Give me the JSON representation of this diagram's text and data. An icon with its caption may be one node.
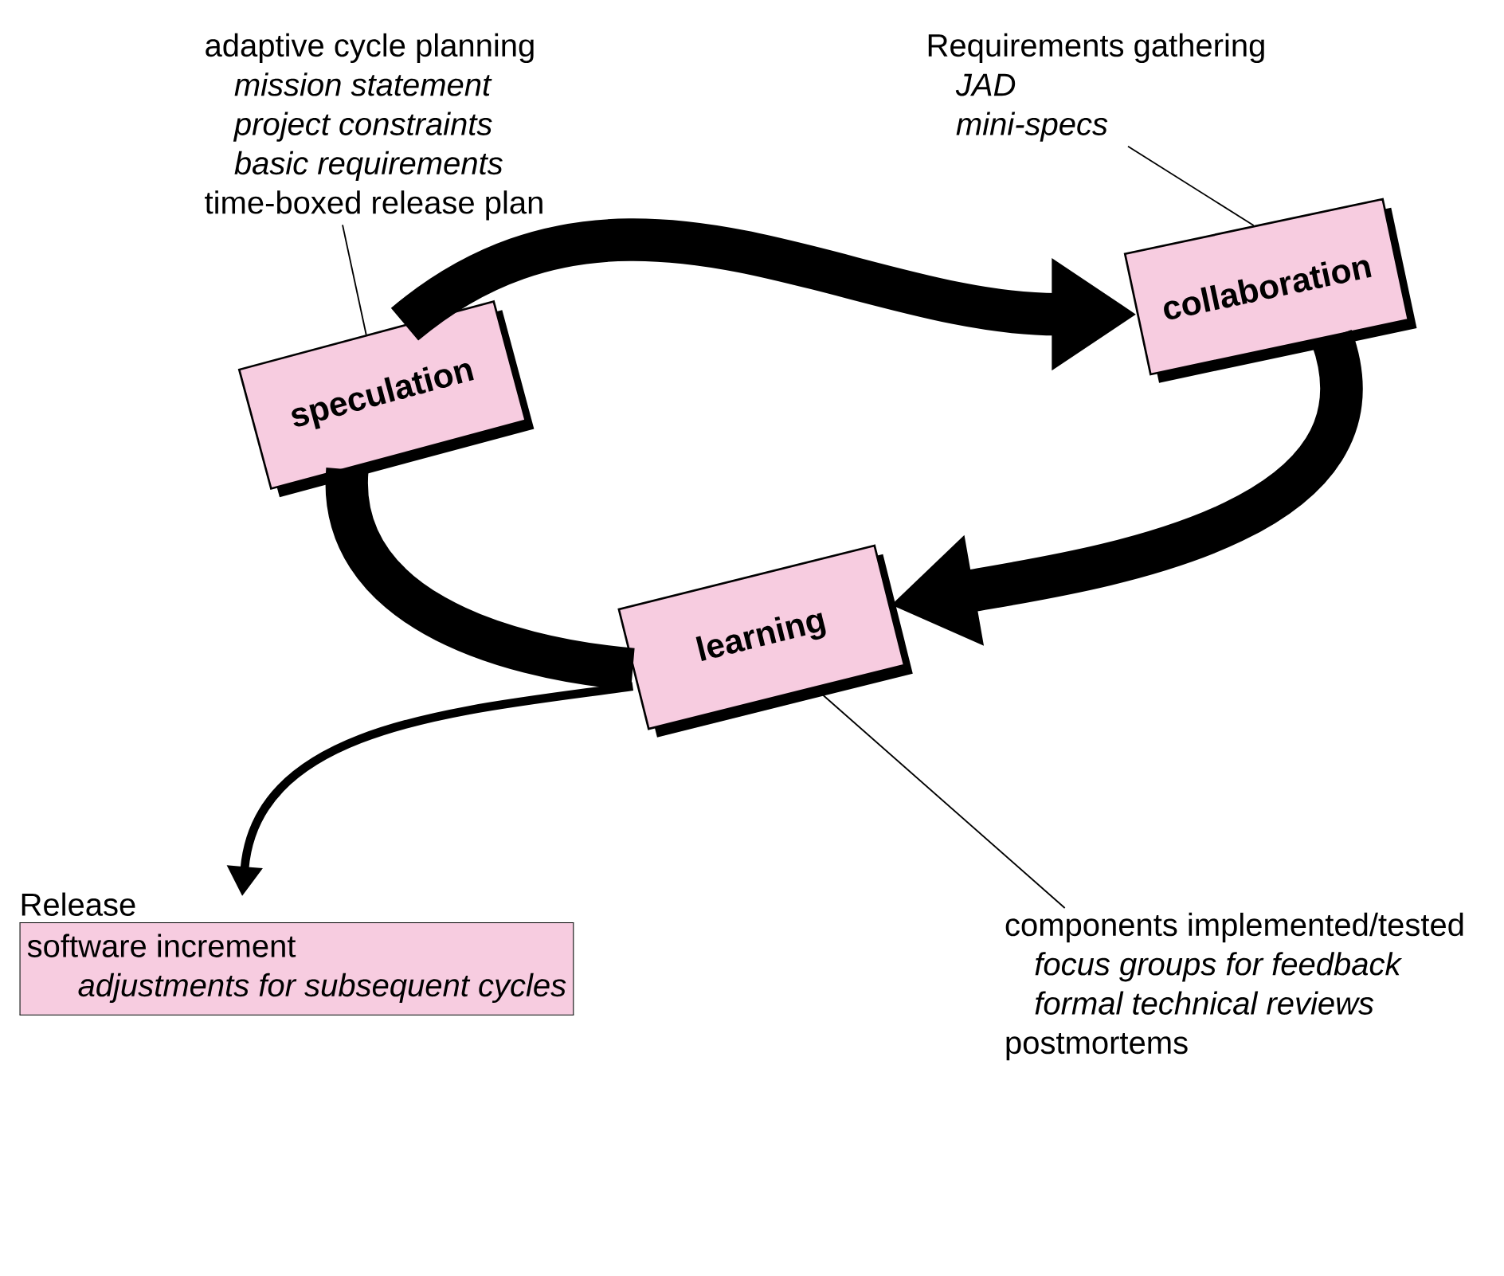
{
  "diagram": {
    "nodes": [
      {
        "text": [
          "speculation"
        ]
      },
      {
        "text": [
          "collaboration"
        ]
      },
      {
        "text": [
          "learning"
        ]
      },
      {
        "text": [
          "adaptive cycle planning",
          "mission statement",
          "project constraints",
          "basic requirements",
          "time-boxed release plan"
        ]
      },
      {
        "text": [
          "Requirements gathering",
          "JAD",
          "mini-specs"
        ]
      },
      {
        "text": [
          "components implemented/tested",
          "focus groups for feedback",
          "formal technical reviews",
          "postmortems"
        ]
      },
      {
        "text": [
          "Release",
          "software increment",
          "adjustments for subsequent cycles"
        ]
      }
    ],
    "edges": [
      {
        "from": 0,
        "to": 1,
        "arrow": "to",
        "style": "thick"
      },
      {
        "from": 1,
        "to": 2,
        "arrow": "to",
        "style": "thick"
      },
      {
        "from": 2,
        "to": 0,
        "arrow": "none",
        "style": "thick"
      },
      {
        "from": 3,
        "to": 0,
        "arrow": "none"
      },
      {
        "from": 4,
        "to": 1,
        "arrow": "none"
      },
      {
        "from": 5,
        "to": 2,
        "arrow": "none"
      },
      {
        "from": 2,
        "to": 6,
        "arrow": "to"
      }
    ]
  }
}
